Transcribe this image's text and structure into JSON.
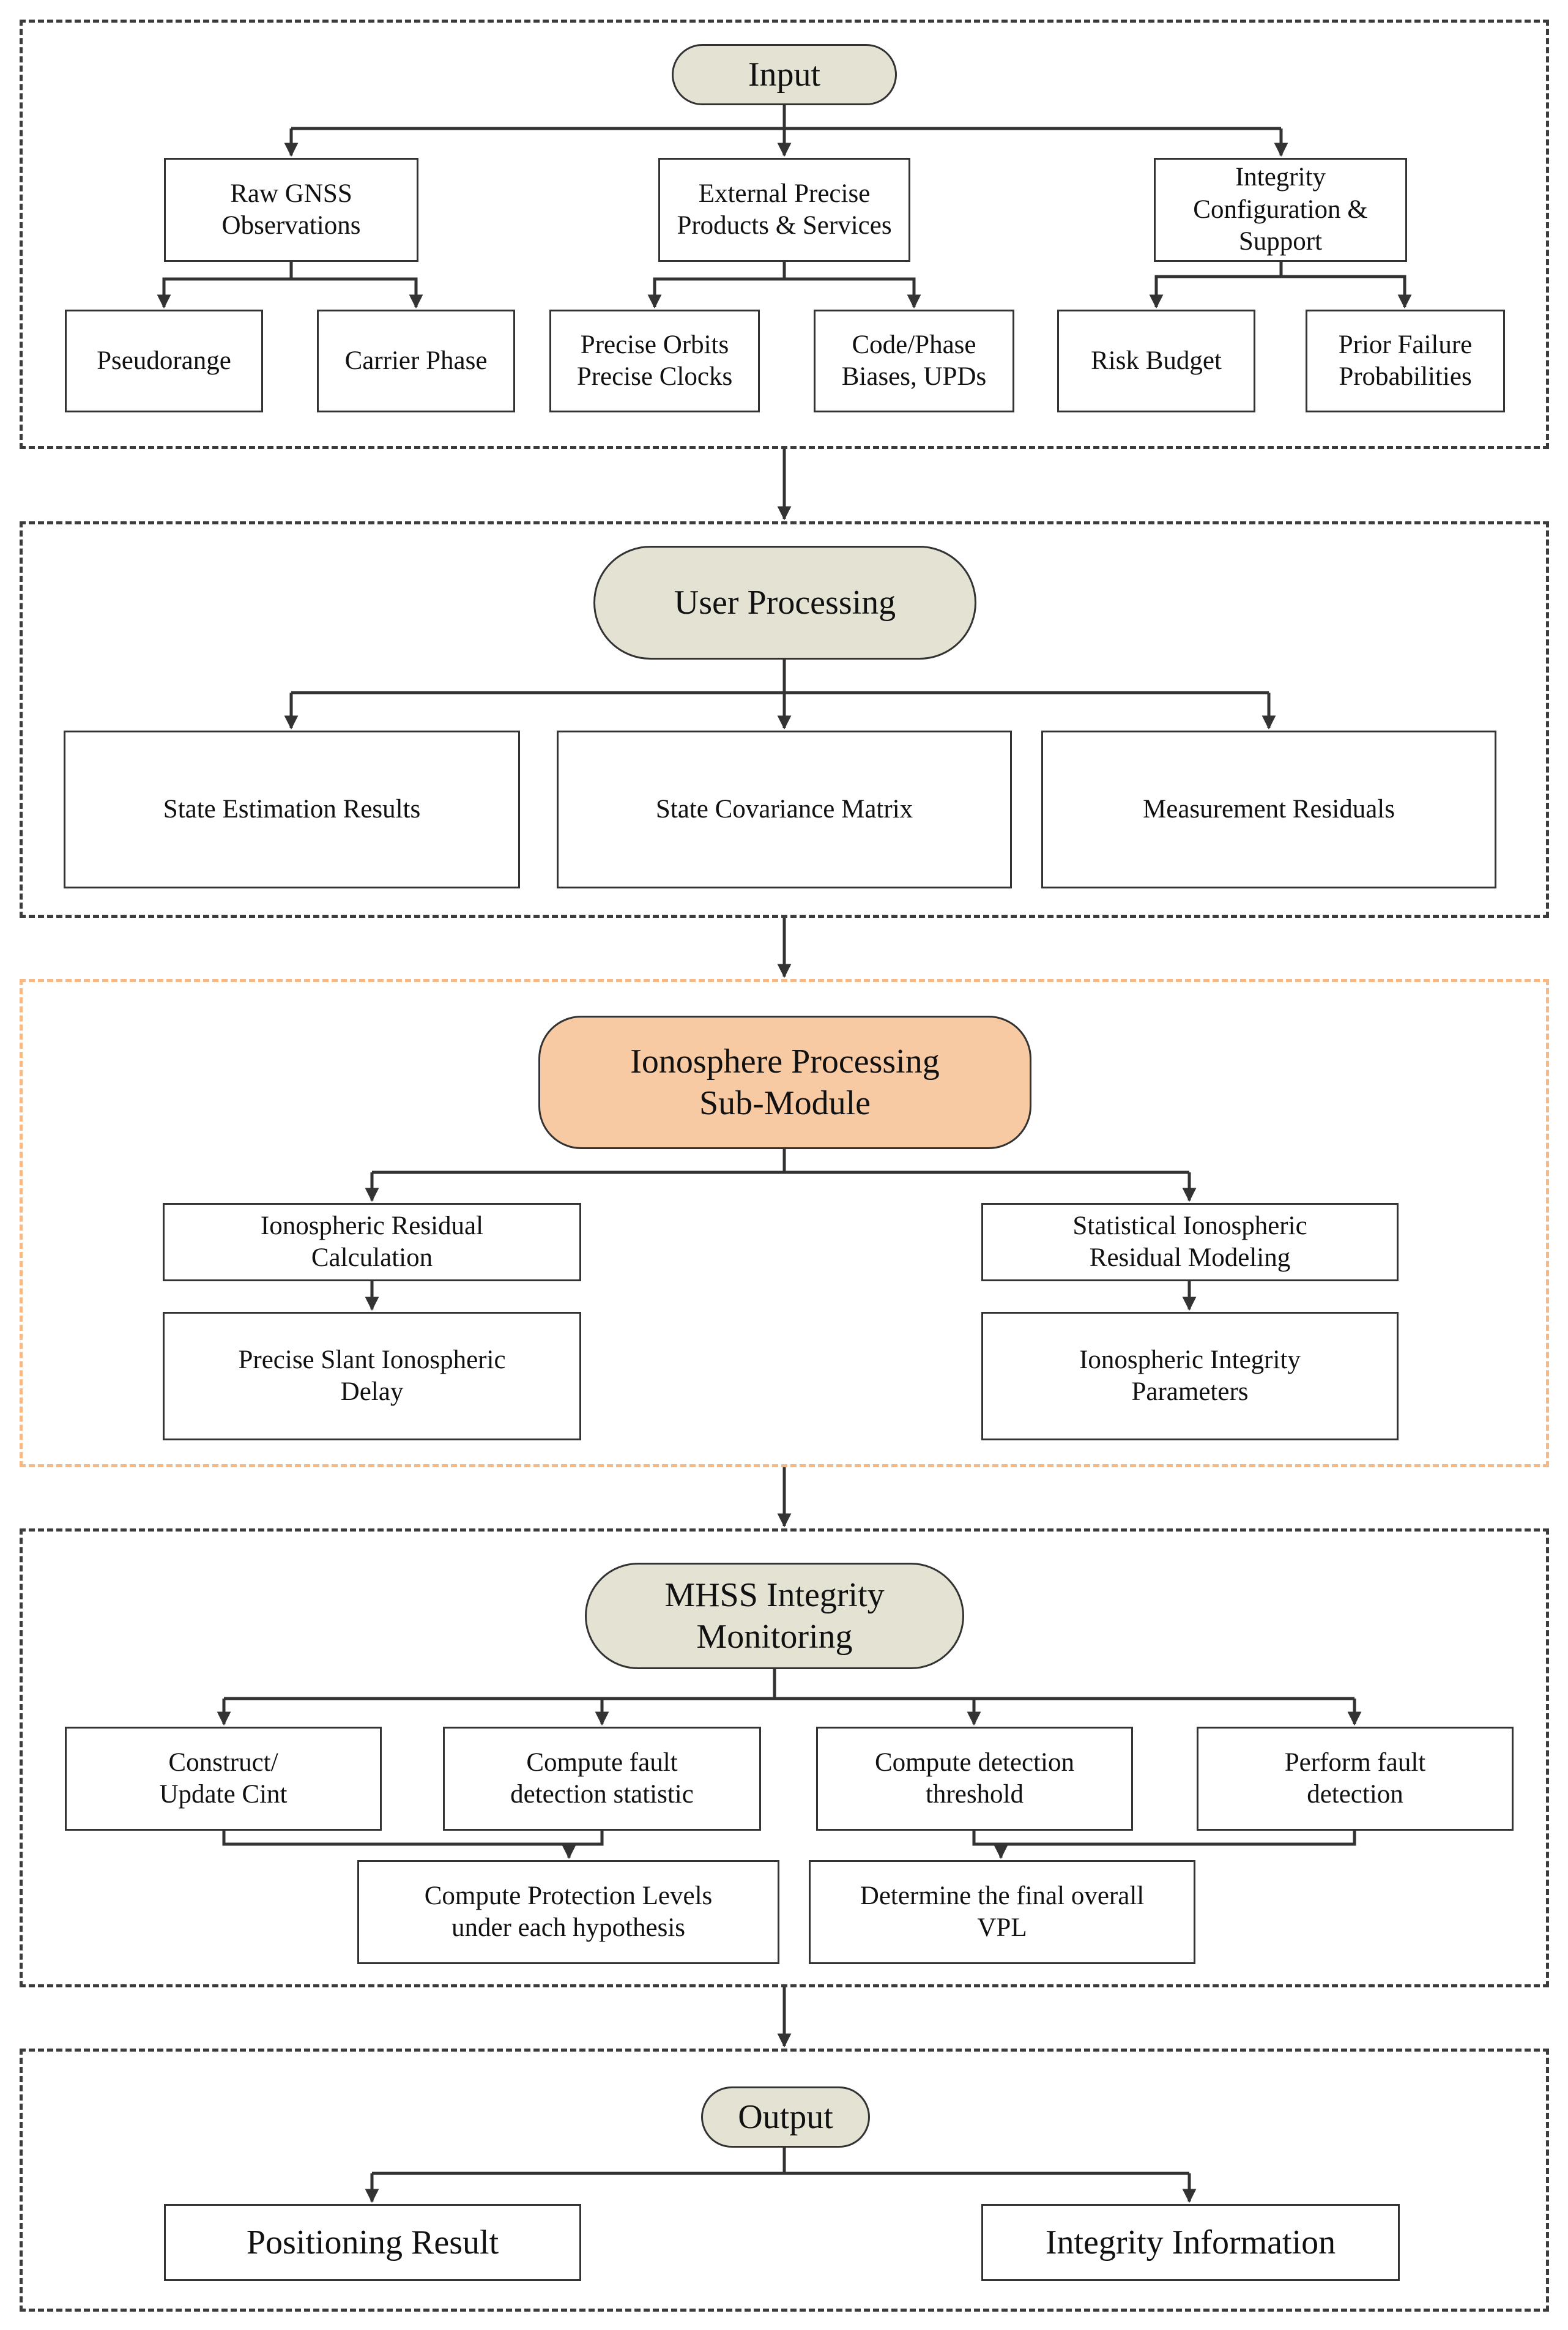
{
  "colors": {
    "line": "#333333",
    "terminal_fill": "#e3e2d3",
    "ionosphere_fill": "#f8caa3",
    "ionosphere_border": "#f6b884"
  },
  "input": {
    "title": "Input",
    "raw_gnss": "Raw GNSS\nObservations",
    "external_precise": "External Precise\nProducts & Services",
    "integrity_config": "Integrity\nConfiguration &\nSupport",
    "pseudorange": "Pseudorange",
    "carrier_phase": "Carrier Phase",
    "precise_orbits": "Precise Orbits\nPrecise Clocks",
    "code_phase": "Code/Phase\nBiases, UPDs",
    "risk_budget": "Risk Budget",
    "prior_failure": "Prior Failure\nProbabilities"
  },
  "user_processing": {
    "title": "User  Processing",
    "state_estimation": "State Estimation Results",
    "state_covariance": "State Covariance Matrix",
    "measurement_residuals": "Measurement Residuals"
  },
  "ionosphere": {
    "title": "Ionosphere Processing\nSub-Module",
    "residual_calc": "Ionospheric Residual\nCalculation",
    "slant_delay": "Precise Slant Ionospheric\nDelay",
    "statistical_modeling": "Statistical Ionospheric\nResidual Modeling",
    "integrity_params": "Ionospheric Integrity\nParameters"
  },
  "mhss": {
    "title": "MHSS Integrity\nMonitoring",
    "construct_cint": "Construct/\nUpdate Cint",
    "fault_statistic": "Compute fault\ndetection statistic",
    "detection_threshold": "Compute detection\nthreshold",
    "fault_detection": "Perform fault\ndetection",
    "protection_levels": "Compute Protection Levels\nunder each hypothesis",
    "final_vpl": "Determine the final overall\nVPL"
  },
  "output": {
    "title": "Output",
    "positioning_result": "Positioning Result",
    "integrity_information": "Integrity Information"
  }
}
